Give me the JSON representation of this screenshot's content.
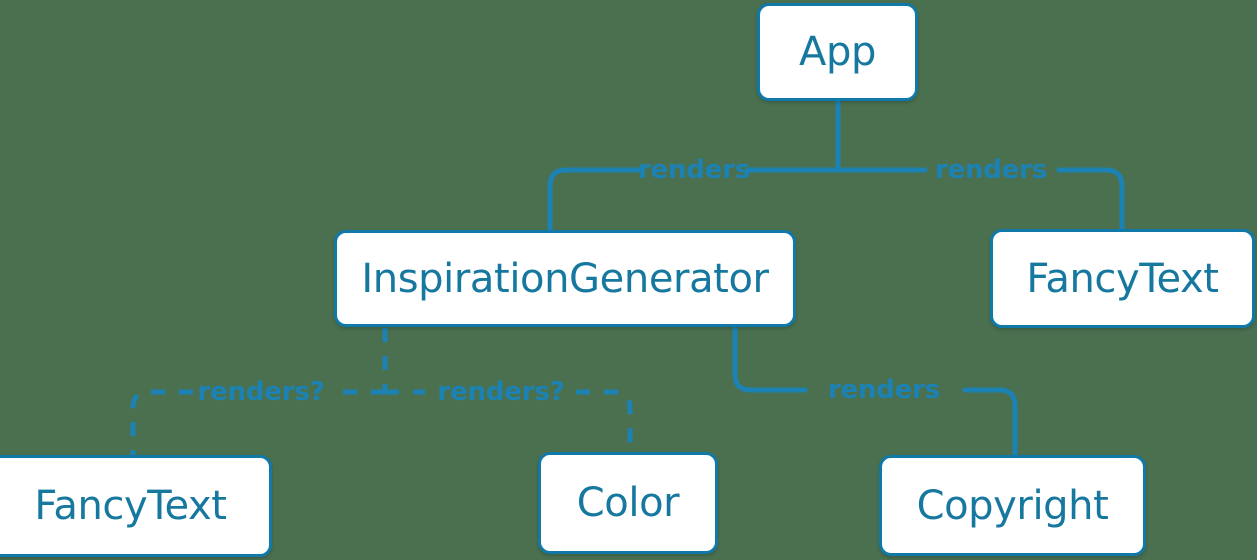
{
  "diagram": {
    "title": "React component render tree",
    "background_color": "#4a7050",
    "node_fill": "#ffffff",
    "node_border_color": "#1079a8",
    "text_color": "#16789f",
    "edge_color": "#1c82b4",
    "nodes": [
      {
        "id": "app",
        "label": "App"
      },
      {
        "id": "inspgen",
        "label": "InspirationGenerator"
      },
      {
        "id": "fancy_top",
        "label": "FancyText"
      },
      {
        "id": "fancy_bot",
        "label": "FancyText"
      },
      {
        "id": "color",
        "label": "Color"
      },
      {
        "id": "copyright",
        "label": "Copyright"
      }
    ],
    "edges": [
      {
        "from": "app",
        "to": "inspgen",
        "label": "renders",
        "style": "solid"
      },
      {
        "from": "app",
        "to": "fancy_top",
        "label": "renders",
        "style": "solid"
      },
      {
        "from": "inspgen",
        "to": "copyright",
        "label": "renders",
        "style": "solid"
      },
      {
        "from": "inspgen",
        "to": "fancy_bot",
        "label": "renders?",
        "style": "dashed"
      },
      {
        "from": "inspgen",
        "to": "color",
        "label": "renders?",
        "style": "dashed"
      }
    ]
  }
}
